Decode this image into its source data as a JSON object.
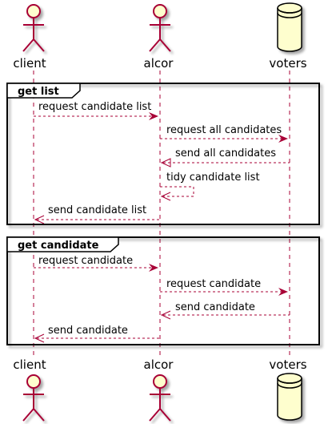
{
  "participants": {
    "client": "client",
    "alcor": "alcor",
    "voters": "voters"
  },
  "groups": [
    {
      "title": "get list",
      "messages": [
        "request candidate list",
        "request all candidates",
        "send all candidates",
        "tidy candidate list",
        "send candidate list"
      ]
    },
    {
      "title": "get candidate",
      "messages": [
        "request candidate",
        "request candidate",
        "send candidate",
        "send candidate"
      ]
    }
  ],
  "colors": {
    "arrow": "#A80036",
    "actor_fill": "#FEFECE",
    "lifeline": "#A80036",
    "frame_border": "#000000"
  }
}
